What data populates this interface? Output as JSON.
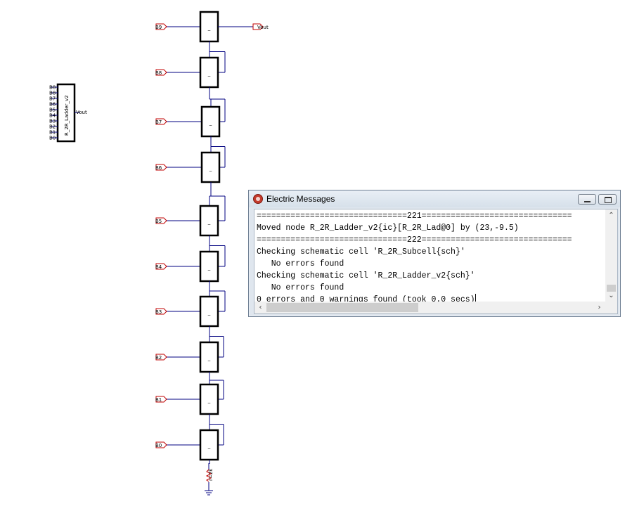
{
  "icon": {
    "cell_name": "R_2R_Ladder_v2",
    "pins": [
      "B8",
      "B8",
      "B7",
      "B6",
      "B5",
      "B4",
      "B3",
      "B2",
      "B1",
      "B0"
    ],
    "output": "Vout"
  },
  "schematic": {
    "inputs": [
      "B9",
      "B8",
      "B7",
      "B6",
      "B5",
      "B4",
      "B3",
      "B2",
      "B1",
      "B0"
    ],
    "output": "Vout",
    "subcell_label": "_",
    "ground_label": "r=2k",
    "wire_color": "#000080",
    "port_color": "#c00000"
  },
  "messages": {
    "title": "Electric Messages",
    "lines": [
      "===============================221===============================",
      "Moved node R_2R_Ladder_v2{ic}[R_2R_Lad@0] by (23,-9.5)",
      "===============================222===============================",
      "Checking schematic cell 'R_2R_Subcell{sch}'",
      "   No errors found",
      "Checking schematic cell 'R_2R_Ladder_v2{sch}'",
      "   No errors found",
      "0 errors and 0 warnings found (took 0.0 secs)"
    ],
    "icons": {
      "app": "electric-app-icon",
      "minimize": "minimize-icon",
      "maximize": "maximize-icon"
    }
  }
}
